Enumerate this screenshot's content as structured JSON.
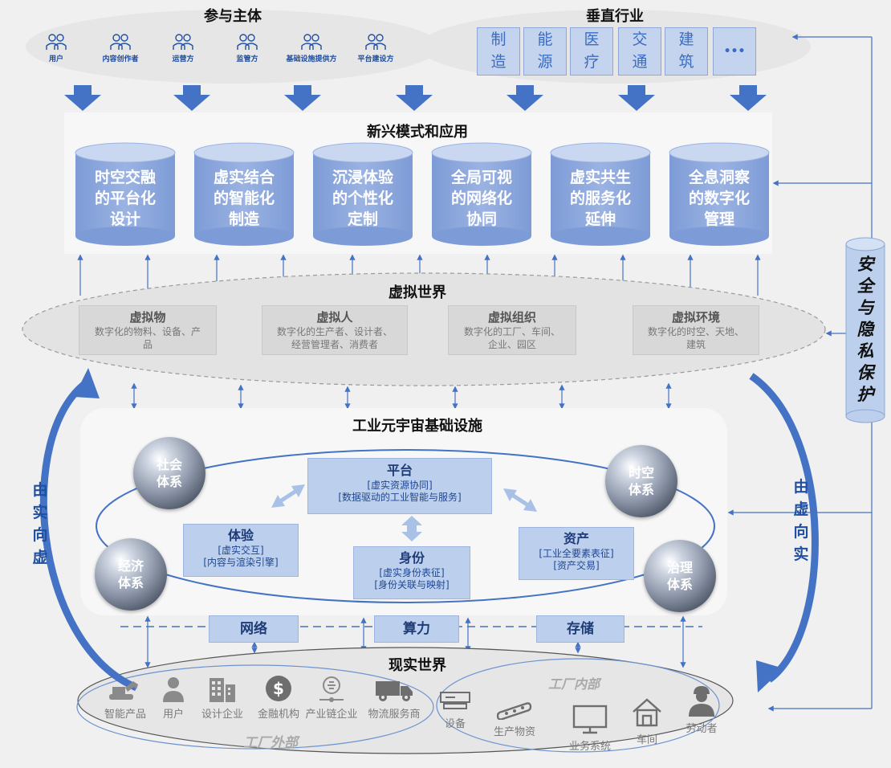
{
  "participants": {
    "title": "参与主体",
    "items": [
      "用户",
      "内容创作者",
      "运营方",
      "监管方",
      "基础设施提供方",
      "平台建设方"
    ]
  },
  "industries": {
    "title": "垂直行业",
    "items": [
      {
        "top": "制",
        "bottom": "造"
      },
      {
        "top": "能",
        "bottom": "源"
      },
      {
        "top": "医",
        "bottom": "疗"
      },
      {
        "top": "交",
        "bottom": "通"
      },
      {
        "top": "建",
        "bottom": "筑"
      },
      {
        "top": "•••",
        "bottom": ""
      }
    ]
  },
  "apps": {
    "title": "新兴模式和应用",
    "items": [
      {
        "l1": "时空交融",
        "l2": "的平台化",
        "l3": "设计"
      },
      {
        "l1": "虚实结合",
        "l2": "的智能化",
        "l3": "制造"
      },
      {
        "l1": "沉浸体验",
        "l2": "的个性化",
        "l3": "定制"
      },
      {
        "l1": "全局可视",
        "l2": "的网络化",
        "l3": "协同"
      },
      {
        "l1": "虚实共生",
        "l2": "的服务化",
        "l3": "延伸"
      },
      {
        "l1": "全息洞察",
        "l2": "的数字化",
        "l3": "管理"
      }
    ]
  },
  "virtual_world": {
    "title": "虚拟世界",
    "items": [
      {
        "title": "虚拟物",
        "d1": "数字化的物料、设备、产",
        "d2": "品"
      },
      {
        "title": "虚拟人",
        "d1": "数字化的生产者、设计者、",
        "d2": "经营管理者、消费者"
      },
      {
        "title": "虚拟组织",
        "d1": "数字化的工厂、车间、",
        "d2": "企业、园区"
      },
      {
        "title": "虚拟环境",
        "d1": "数字化的时空、天地、",
        "d2": "建筑"
      }
    ]
  },
  "security": {
    "chars": [
      "安",
      "全",
      "与",
      "隐",
      "私",
      "保",
      "护"
    ]
  },
  "infrastructure": {
    "title": "工业元宇宙基础设施",
    "spheres": {
      "social": {
        "l1": "社会",
        "l2": "体系"
      },
      "spacetime": {
        "l1": "时空",
        "l2": "体系"
      },
      "economy": {
        "l1": "经济",
        "l2": "体系"
      },
      "governance": {
        "l1": "治理",
        "l2": "体系"
      }
    },
    "platform": {
      "title": "平台",
      "l1": "[虚实资源协同]",
      "l2": "[数据驱动的工业智能与服务]"
    },
    "experience": {
      "title": "体验",
      "l1": "[虚实交互]",
      "l2": "[内容与渲染引擎]"
    },
    "identity": {
      "title": "身份",
      "l1": "[虚实身份表征]",
      "l2": "[身份关联与映射]"
    },
    "asset": {
      "title": "资产",
      "l1": "[工业全要素表征]",
      "l2": "[资产交易]"
    }
  },
  "network_bar": {
    "network": "网络",
    "compute": "算力",
    "storage": "存储"
  },
  "left_arrow": {
    "chars": [
      "由",
      "实",
      "向",
      "虚"
    ]
  },
  "right_arrow": {
    "chars": [
      "由",
      "虚",
      "向",
      "实"
    ]
  },
  "real_world": {
    "title": "现实世界",
    "outside_title": "工厂外部",
    "inside_title": "工厂内部",
    "outside": [
      "智能产品",
      "用户",
      "设计企业",
      "金融机构",
      "产业链企业",
      "物流服务商"
    ],
    "inside": [
      "设备",
      "生产物资",
      "业务系统",
      "车间",
      "劳动者"
    ]
  },
  "colors": {
    "blue": "#4472c4",
    "cylinder": "#8fa9dc",
    "light_blue_box": "#bcd0ee",
    "panel": "#f7f7f7"
  }
}
